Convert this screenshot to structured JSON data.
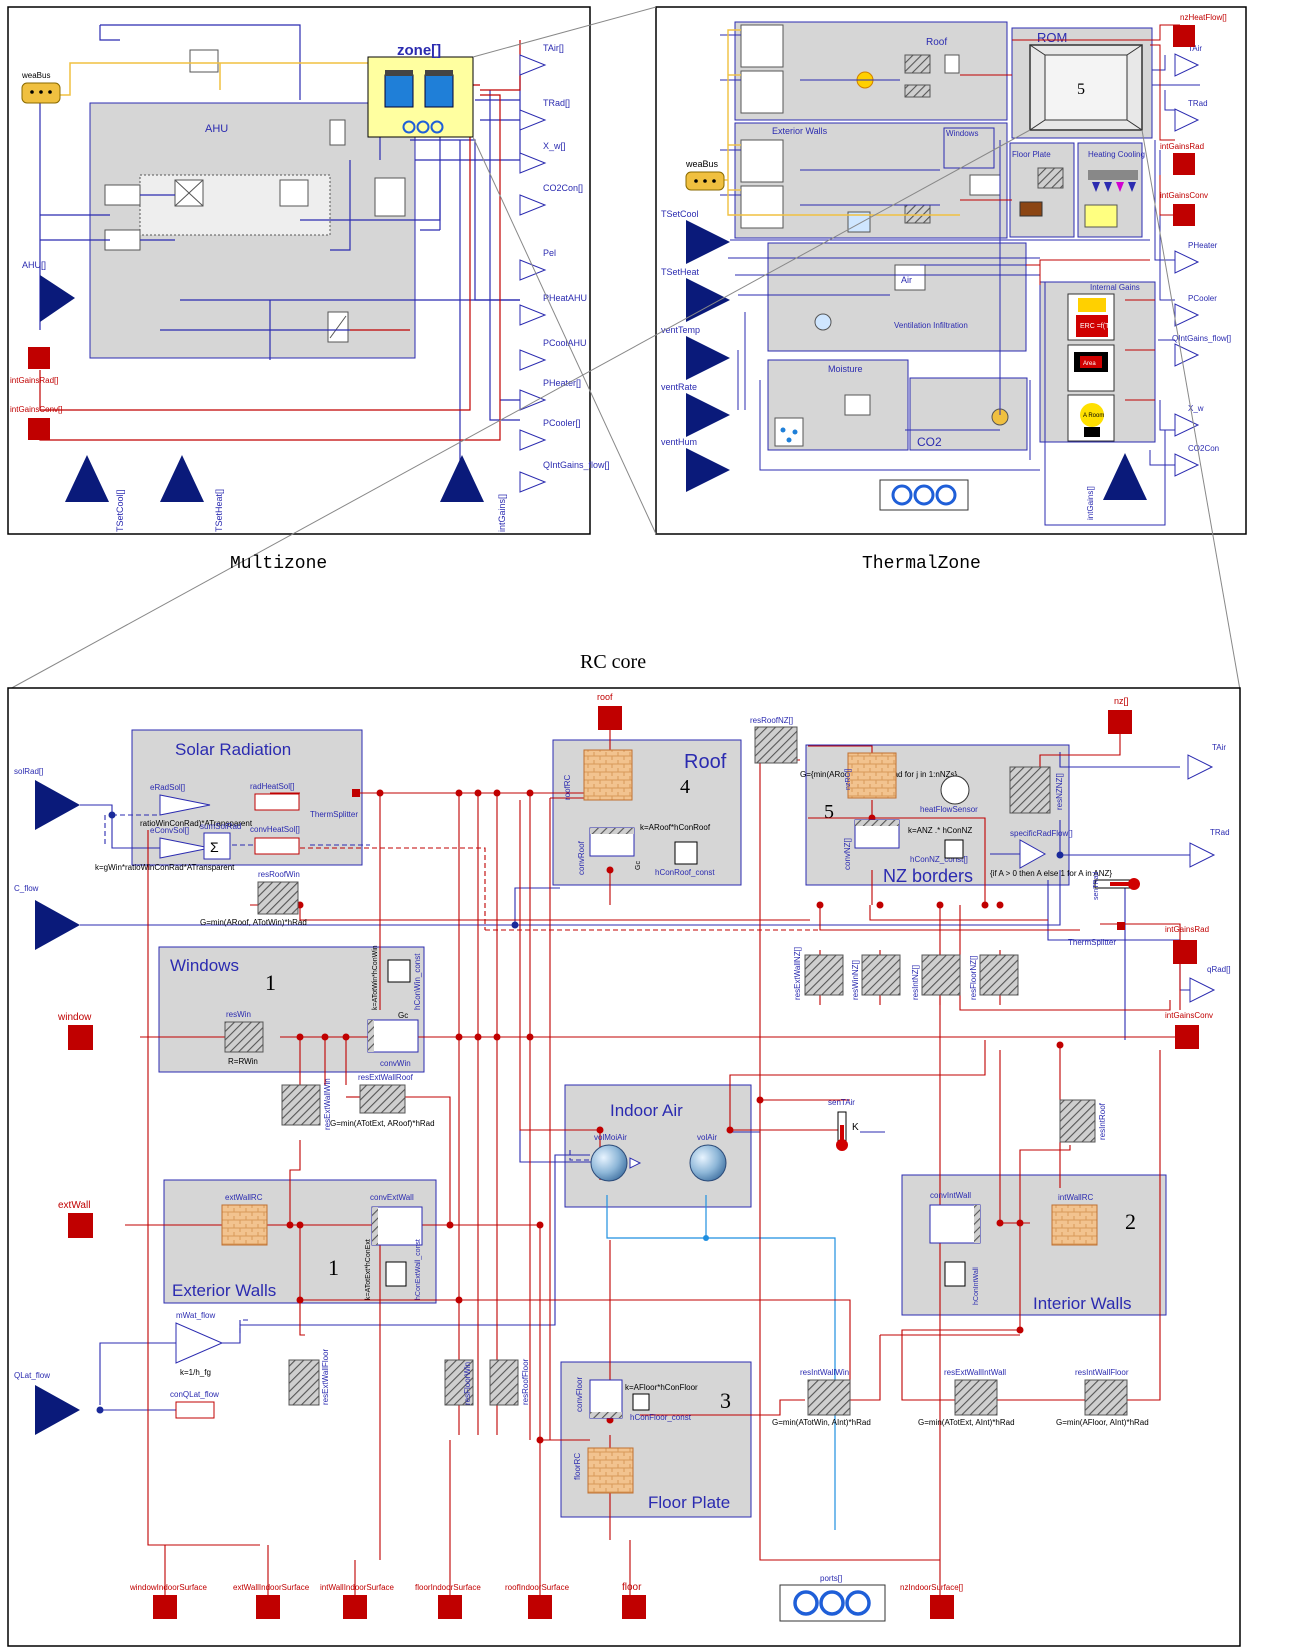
{
  "captions": {
    "multizone": "Multizone",
    "thermalzone": "ThermalZone",
    "rc_core": "RC core"
  },
  "multizone": {
    "zone": "zone[]",
    "weabus": "weaBus",
    "ahu_block": "AHU",
    "ahu_in": "AHU[]",
    "intgainsrad": "intGainsRad[]",
    "intgainsconv": "intGainsConv[]",
    "tsetcool": "TSetCool[]",
    "tsetheat": "TSetHeat[]",
    "intgains": "intGains[]",
    "outputs": [
      "TAir[]",
      "TRad[]",
      "X_w[]",
      "CO2Con[]",
      "Pel",
      "PHeatAHU",
      "PCoolAHU",
      "PHeater[]",
      "PCooler[]",
      "QIntGains_flow[]"
    ]
  },
  "thermalzone": {
    "roof": "Roof",
    "rom": "ROM",
    "ext_walls": "Exterior Walls",
    "windows": "Windows",
    "floor_plate": "Floor Plate",
    "heating_cooling": "Heating Cooling",
    "internal_gains": "Internal Gains",
    "moisture": "Moisture",
    "co2": "CO2",
    "ventilation": "Ventilation Infiltration",
    "air": "Air",
    "weabus": "weaBus",
    "num5": "5",
    "erc": "ERC =f(T)",
    "area": "Area",
    "aroom": "A Room",
    "inputs": [
      "TSetCool",
      "TSetHeat",
      "ventTemp",
      "ventRate",
      "ventHum"
    ],
    "outputs": [
      "TAir",
      "TRad",
      "PHeater",
      "PCooler",
      "QIntGains_flow[]",
      "X_w",
      "CO2Con"
    ],
    "red_ports": [
      "nzHeatFlow[]",
      "intGainsRad",
      "intGainsConv"
    ],
    "intgains": "intGains[]"
  },
  "rc": {
    "solar_radiation": "Solar Radiation",
    "roof": "Roof",
    "nz_borders": "NZ borders",
    "windows": "Windows",
    "indoor_air": "Indoor Air",
    "exterior_walls": "Exterior Walls",
    "interior_walls": "Interior Walls",
    "floor_plate": "Floor Plate",
    "num1a": "1",
    "num1b": "1",
    "num2": "2",
    "num3": "3",
    "num4": "4",
    "num5": "5",
    "solrad": "solRad[]",
    "cflow": "C_flow",
    "window": "window",
    "extwall": "extWall",
    "qlat": "QLat_flow",
    "roof_port": "roof",
    "floor_port": "floor",
    "nz_port": "nz[]",
    "tair": "TAir",
    "trad": "TRad",
    "intgainsrad": "intGainsRad",
    "qrad": "qRad[]",
    "intgainsconv": "intGainsConv",
    "bottom_ports": [
      "windowIndoorSurface",
      "extWallIndoorSurface",
      "intWallIndoorSurface",
      "floorIndoorSurface",
      "roofIndoorSurface"
    ],
    "nzindoor": "nzIndoorSurface[]",
    "ports": "ports[]",
    "eradsol": "eRadSol[]",
    "econvsol": "eConvSol[]",
    "sumsolrad": "sumSolRad",
    "radheatsol": "radHeatSol[]",
    "convheatsol": "convHeatSol[]",
    "thermsplitter": "ThermSplitter",
    "rad_gain": "ratioWinConRad)*ATransparent",
    "conv_gain": "k=gWin*ratioWinConRad*ATransparent",
    "resroofwin": "resRoofWin",
    "resroofwin_g": "G=min(ARoof, ATotWin)*hRad",
    "reswin": "resWin",
    "reswin_r": "R=RWin",
    "hconwin": "hConWin_const",
    "convwin": "convWin",
    "reswin_k": "k=ATotWin*hConWin",
    "gc": "Gc",
    "resextwallroof": "resExtWallRoof",
    "resextwallroof_g": "G=min(ATotExt, ARoof)*hRad",
    "resextwallwin": "resExtWallWin",
    "extwallrc": "extWallRC",
    "convextwall": "convExtWall",
    "hconextwall": "hConExtWall_const",
    "convextwall_k": "k=ATotExt*hConExt",
    "roofrc": "roofRC",
    "convroof": "convRoof",
    "hconroof": "hConRoof_const",
    "convroof_k": "k=ARoof*hConRoof",
    "resroofnz": "resRoofNZ[]",
    "resroofnz_g": "G={min(ARoof, ANZ[j])*hRad for j in 1:nNZs}",
    "nzrc": "nzRC[]",
    "heatflowsensor": "heatFlowSensor",
    "convnz": "convNZ[]",
    "hconnz": "hConNZ_const[]",
    "convnz_k": "k=ANZ .* hConNZ",
    "resnznz": "resNZNZ[]",
    "specificradflow": "specificRadFlow[]",
    "specific_expr": "{if A > 0 then A else 1 for A in ANZ}",
    "restrnz": "resExtWallNZ[]",
    "reswinnz": "resWinNZ[]",
    "resintnz": "resIntNZ[]",
    "resfloornz": "resFloorNZ[]",
    "senTAir": "senTAir",
    "senTRad": "senTRad",
    "volmoiair": "volMoiAir",
    "volair": "volAir",
    "resintroof": "resIntRoof",
    "convintwall": "convIntWall",
    "intwallrc": "intWallRC",
    "hconintwall": "hConIntWall",
    "mwat": "mWat_flow",
    "mwat_k": "k=1/h_fg",
    "conqlat": "conQLat_flow",
    "resextwallfloor": "resExtWallFloor",
    "resfloorwin": "resFloorWin",
    "resrooffloor": "resRoofFloor",
    "resintwallwin": "resIntWallWin",
    "resintwallwin_g": "G=min(ATotWin, AInt)*hRad",
    "resextwallintwall": "resExtWallIntWall",
    "resextwallintwall_g": "G=min(ATotExt, AInt)*hRad",
    "resintwallfloor": "resIntWallFloor",
    "resintwallfloor_g": "G=min(AFloor, AInt)*hRad",
    "convfloor": "convFloor",
    "floorrc": "floorRC",
    "hconfloor": "hConFloor_const",
    "hconfloor_k": "k=AFloor*hConFloor",
    "k_label": "K"
  }
}
